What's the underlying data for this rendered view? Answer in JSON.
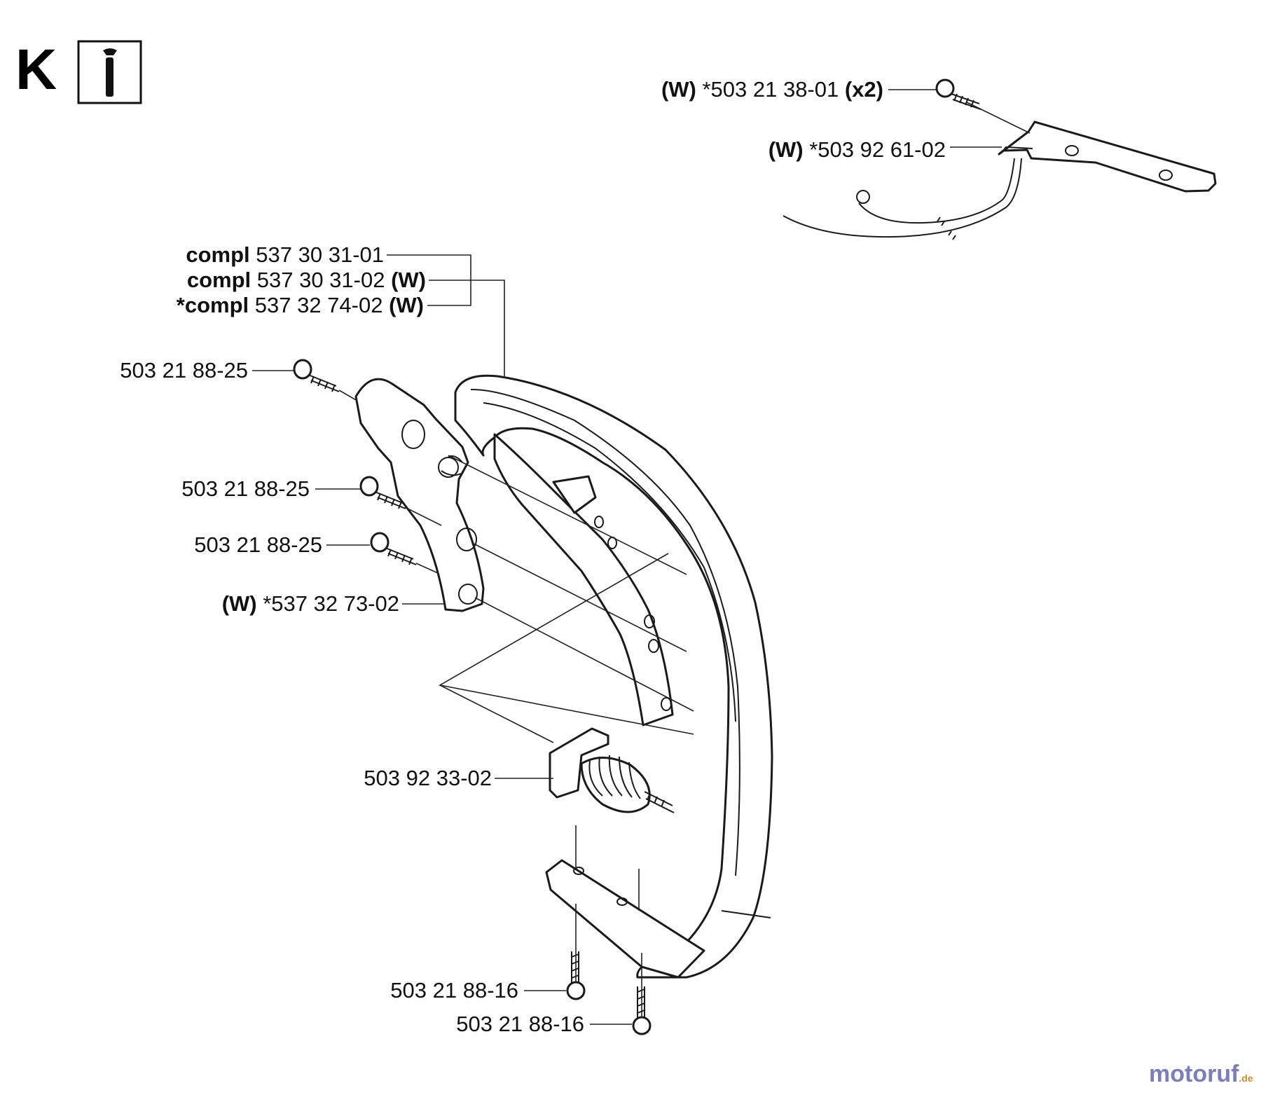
{
  "page": {
    "section_letter": "K",
    "service_icon": "wrench-info-icon",
    "watermark": "motoruf.de"
  },
  "labels": {
    "bolt_x2": {
      "pre": "(W)",
      "number": " *503 21 38-01 ",
      "post": "(x2)"
    },
    "switch": {
      "pre": "(W)",
      "number": " *503 92 61-02",
      "post": ""
    },
    "compl_1": {
      "pre": "compl",
      "number": " 537 30 31-01",
      "post": ""
    },
    "compl_2": {
      "pre": "compl",
      "number": " 537 30 31-02 ",
      "post": "(W)"
    },
    "compl_3": {
      "pre": "*compl",
      "number": " 537 32 74-02 ",
      "post": "(W)"
    },
    "screw_1": {
      "pre": "",
      "number": "503 21 88-25",
      "post": ""
    },
    "screw_2": {
      "pre": "",
      "number": "503 21 88-25",
      "post": ""
    },
    "screw_3": {
      "pre": "",
      "number": "503 21 88-25",
      "post": ""
    },
    "plate": {
      "pre": "(W)",
      "number": " *537 32 73-02",
      "post": ""
    },
    "damper": {
      "pre": "",
      "number": "503 92 33-02",
      "post": ""
    },
    "bottom_screw_1": {
      "pre": "",
      "number": "503 21 88-16",
      "post": ""
    },
    "bottom_screw_2": {
      "pre": "",
      "number": "503 21 88-16",
      "post": ""
    }
  }
}
